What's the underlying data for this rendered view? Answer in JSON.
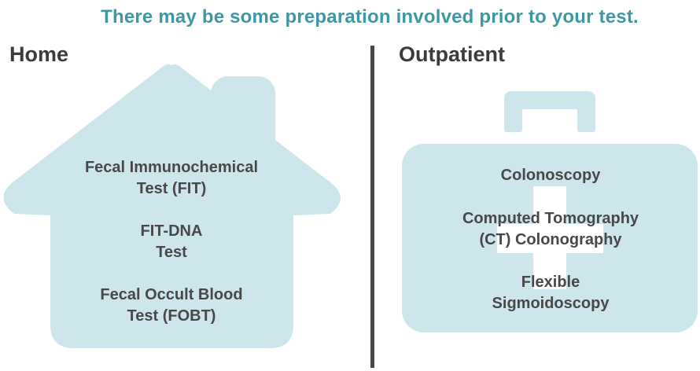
{
  "headline": "There may be some preparation involved prior to your test.",
  "colors": {
    "headline": "#3f97a4",
    "shape_fill": "#cde6eb",
    "text": "#48484a",
    "divider": "#48484a",
    "cross": "#ffffff"
  },
  "home": {
    "title": "Home",
    "icon": "house-icon",
    "items": [
      {
        "line1": "Fecal Immunochemical",
        "line2": "Test (FIT)"
      },
      {
        "line1": "FIT-DNA",
        "line2": "Test"
      },
      {
        "line1": "Fecal Occult Blood",
        "line2": "Test (FOBT)"
      }
    ]
  },
  "outpatient": {
    "title": "Outpatient",
    "icon": "medical-bag-icon",
    "items": [
      {
        "line1": "Colonoscopy"
      },
      {
        "line1": "Computed Tomography",
        "line2": "(CT) Colonography"
      },
      {
        "line1": "Flexible",
        "line2": "Sigmoidoscopy"
      }
    ]
  }
}
